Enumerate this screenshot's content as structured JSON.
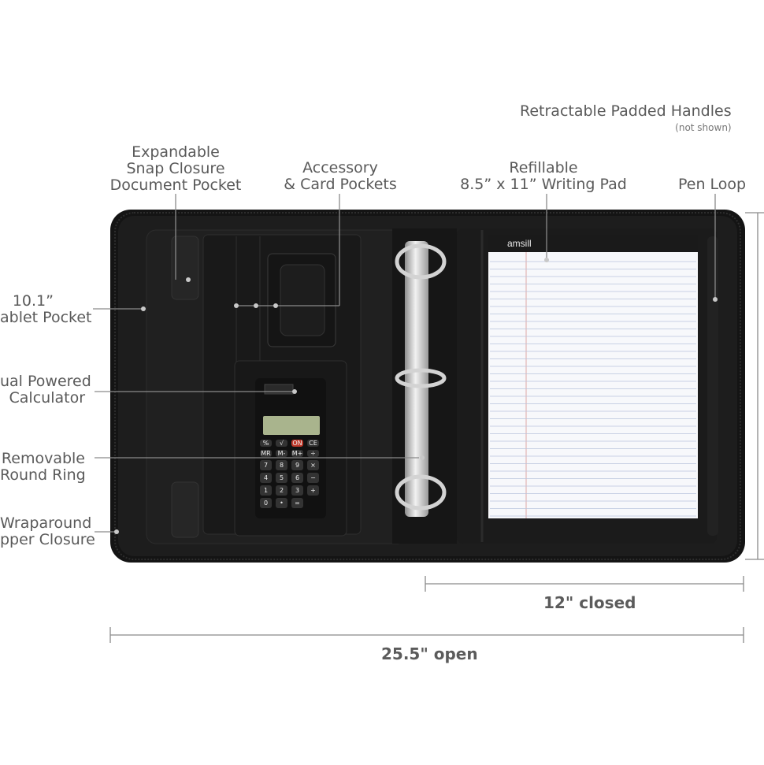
{
  "callouts": {
    "handles_title": "Retractable Padded Handles",
    "handles_note": "(not shown)",
    "expandable_line1": "Expandable",
    "expandable_line2": "Snap Closure",
    "expandable_line3": "Document Pocket",
    "accessory_line1": "Accessory",
    "accessory_line2": "& Card Pockets",
    "refillable_line1": "Refillable",
    "refillable_line2": "8.5” x 11” Writing Pad",
    "pen_loop": "Pen Loop",
    "tablet_line1": "10.1”",
    "tablet_line2": "ablet Pocket",
    "calculator_line1": "ual Powered",
    "calculator_line2": "Calculator",
    "ring_line1": "Removable",
    "ring_line2": "Round Ring",
    "zipper_line1": "Wraparound",
    "zipper_line2": "pper Closure"
  },
  "dimensions": {
    "closed": "12\" closed",
    "open": "25.5\" open"
  },
  "pad_brand": "amsill",
  "calculator_keys": [
    [
      "%",
      "√",
      "ON",
      "CE"
    ],
    [
      "MR",
      "M-",
      "M+",
      "÷"
    ],
    [
      "7",
      "8",
      "9",
      "×"
    ],
    [
      "4",
      "5",
      "6",
      "−"
    ],
    [
      "1",
      "2",
      "3",
      "+"
    ],
    [
      "0",
      "•",
      "="
    ]
  ],
  "colors": {
    "leather": "#1e1e1e",
    "leather_light": "#2c2c2c",
    "lcd": "#a9b48d",
    "paper": "#f7f8fb",
    "rule_line": "#b8c4dc",
    "metal": "#c9c9c9"
  }
}
